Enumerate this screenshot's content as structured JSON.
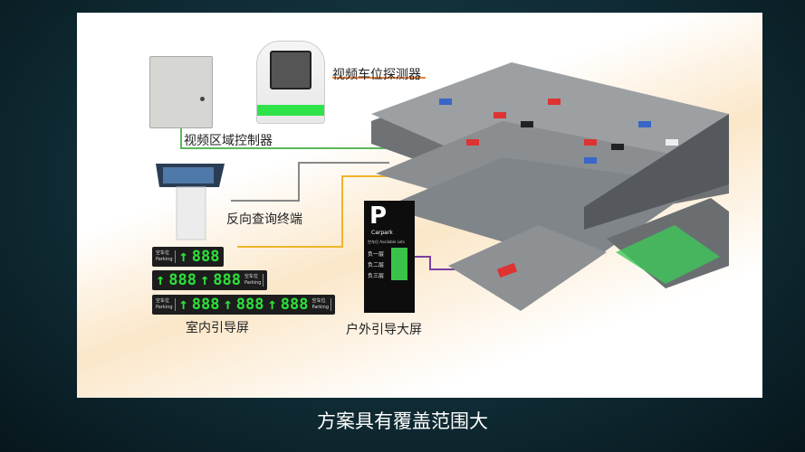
{
  "labels": {
    "controller": "视频区域控制器",
    "detector": "视频车位探测器",
    "kiosk": "反向查询终端",
    "indoor_screen": "室内引导屏",
    "outdoor_screen": "户外引导大屏"
  },
  "indoor_signs": {
    "parking_label_cn": "空车位",
    "parking_label_en": "Parking",
    "arrow": "↑",
    "digits": "888"
  },
  "outdoor_sign": {
    "letter": "P",
    "name": "Carpark",
    "available": "空车位 Available Lots",
    "floors": [
      "负一层",
      "负二层",
      "负三层"
    ]
  },
  "subtitle": "方案具有覆盖范围大",
  "colors": {
    "line_detector": "#e8833a",
    "line_controller": "#5cb85c",
    "line_kiosk": "#888888",
    "line_indoor": "#f0b429",
    "line_outdoor": "#7a3fa0",
    "led": "#2de03a"
  }
}
